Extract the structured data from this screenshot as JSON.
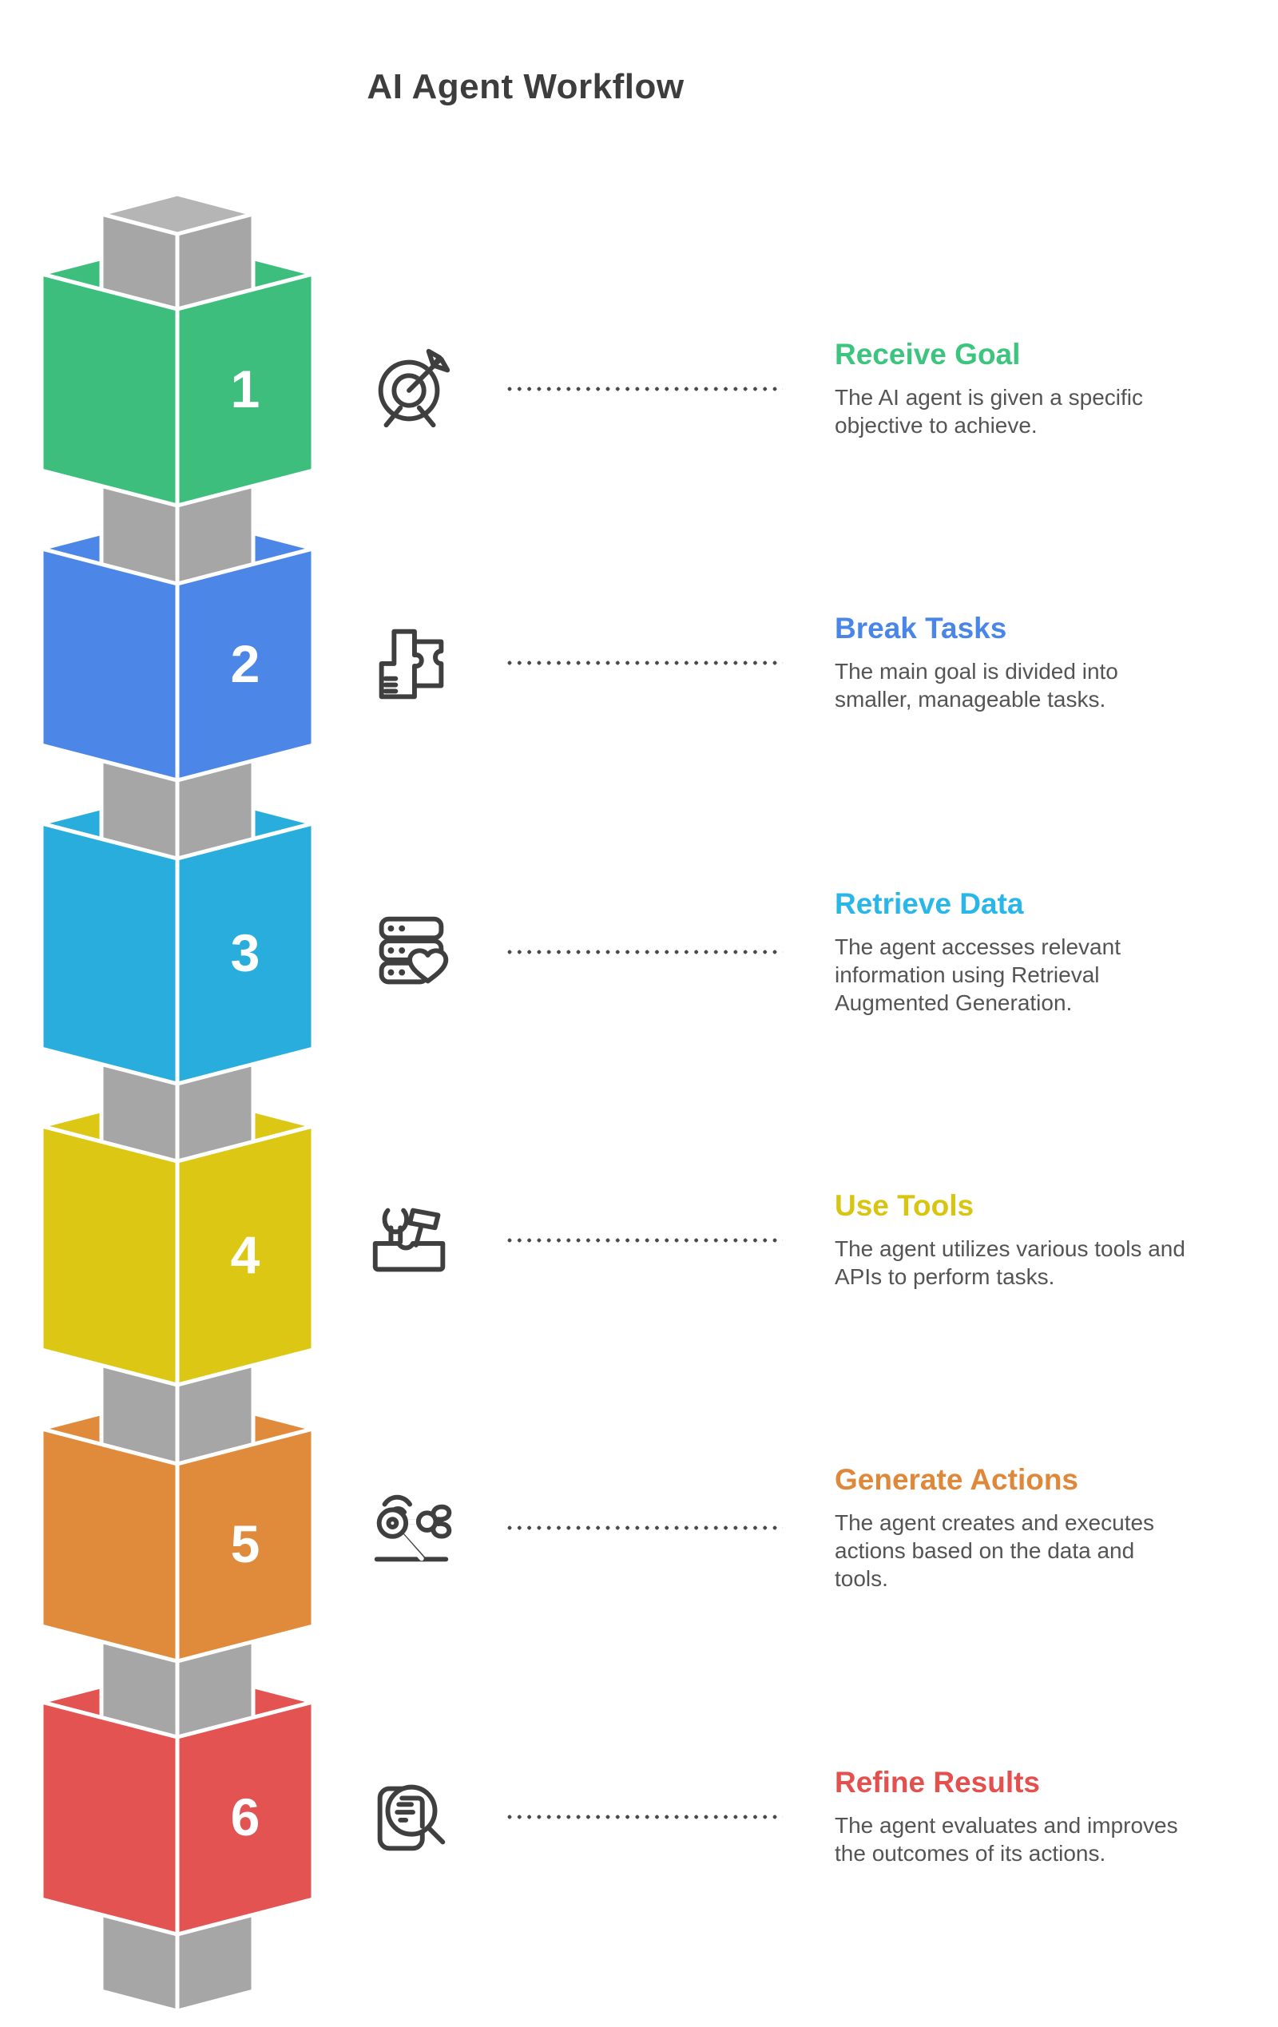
{
  "header": {
    "title": "AI Agent Workflow",
    "color": "#3d3d3d"
  },
  "description_color": "#545454",
  "dots_color": "#4a4a4a",
  "icon_color": "#3f3f3f",
  "pillar": {
    "side": "#a6a6a6",
    "top": "#b5b5b5"
  },
  "steps": [
    {
      "number": "1",
      "title": "Receive Goal",
      "description": "The AI agent is given a specific\nobjective to achieve.",
      "accent": "#3dc47e",
      "cube": "#3dbe7d",
      "icon": "target-icon"
    },
    {
      "number": "2",
      "title": "Break Tasks",
      "description": "The main goal is divided into\nsmaller, manageable tasks.",
      "accent": "#4a86e8",
      "cube": "#4c86e7",
      "icon": "puzzle-icon"
    },
    {
      "number": "3",
      "title": "Retrieve Data",
      "description": "The agent accesses relevant\ninformation using Retrieval\nAugmented Generation.",
      "accent": "#29b6e8",
      "cube": "#28addd",
      "icon": "database-heart-icon"
    },
    {
      "number": "4",
      "title": "Use Tools",
      "description": "The agent utilizes various tools and\nAPIs to perform tasks.",
      "accent": "#d8c511",
      "cube": "#dcc714",
      "icon": "toolbox-icon"
    },
    {
      "number": "5",
      "title": "Generate Actions",
      "description": "The agent creates and executes\nactions based on the data and\ntools.",
      "accent": "#e0883a",
      "cube": "#e08a3c",
      "icon": "robot-arm-icon"
    },
    {
      "number": "6",
      "title": "Refine Results",
      "description": "The agent evaluates and improves\nthe outcomes of its actions.",
      "accent": "#e4504e",
      "cube": "#e35352",
      "icon": "magnifier-document-icon"
    }
  ]
}
